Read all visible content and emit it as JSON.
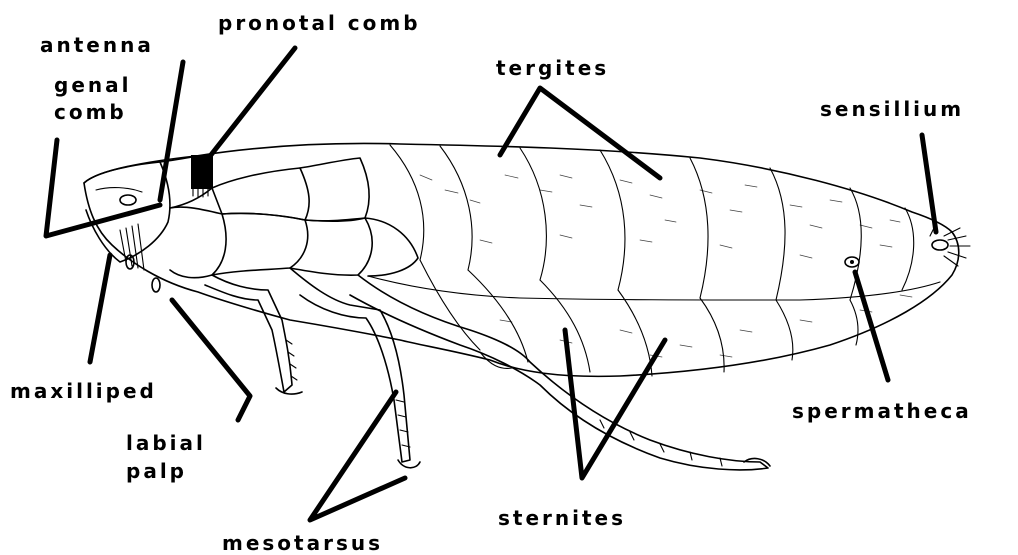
{
  "diagram": {
    "labels": {
      "pronotal_comb": "pronotal comb",
      "antenna": "antenna",
      "genal_comb_line1": "genal",
      "genal_comb_line2": "comb",
      "tergites": "tergites",
      "sensillium": "sensillium",
      "maxilliped": "maxilliped",
      "labial_palp_line1": "labial",
      "labial_palp_line2": "palp",
      "spermatheca": "spermatheca",
      "sternites": "sternites",
      "mesotarsus": "mesotarsus"
    }
  }
}
